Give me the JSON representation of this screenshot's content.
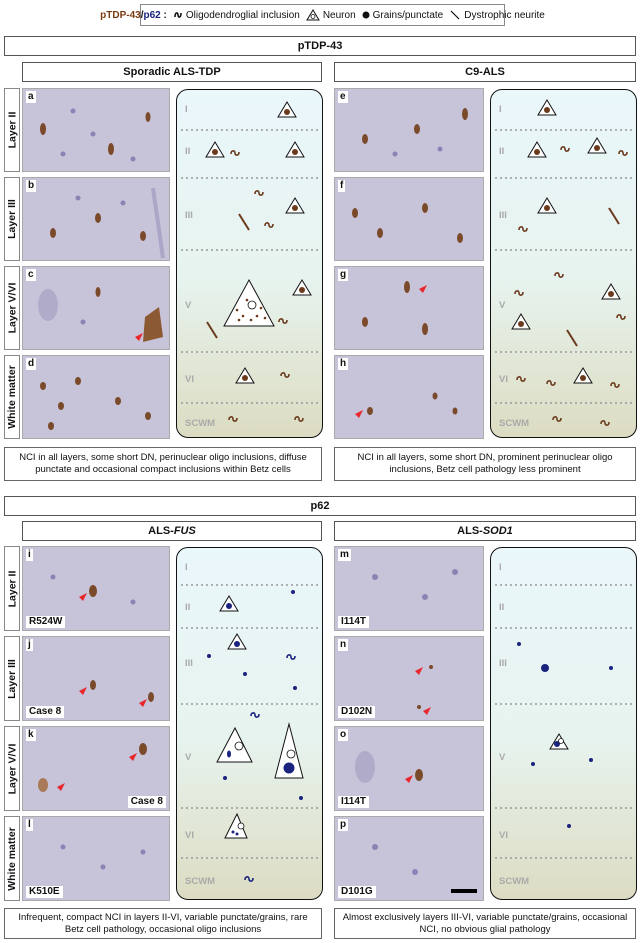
{
  "legend": {
    "prefix_a": "pTDP-43",
    "slash": "/",
    "prefix_b": "p62",
    "colon": ":",
    "item1": "Oligodendroglial inclusion",
    "item2": "Neuron",
    "item3": "Grains/punctate",
    "item4": "Dystrophic neurite"
  },
  "top": {
    "header": "pTDP-43",
    "left_title": "Sporadic ALS-TDP",
    "right_title": "C9-ALS",
    "left_caption": "NCI in all layers, some short DN, perinuclear oligo inclusions, diffuse punctate and occasional compact inclusions within Betz cells",
    "right_caption": "NCI in all layers, some short DN, prominent perinuclear oligo inclusions, Betz cell pathology less prominent"
  },
  "bottom": {
    "header": "p62",
    "left_title_a": "ALS-",
    "left_title_b": "FUS",
    "right_title_a": "ALS-",
    "right_title_b": "SOD1",
    "left_caption": "Infrequent, compact NCI in layers II-VI, variable punctate/grains, rare Betz cell pathology, occasional oligo inclusions",
    "right_caption": "Almost exclusively layers III-VI, variable punctate/grains, occasional NCI, no obvious glial pathology"
  },
  "rows": [
    "Layer II",
    "Layer III",
    "Layer V/VI",
    "White matter"
  ],
  "layers": [
    "I",
    "II",
    "III",
    "V",
    "VI",
    "SCWM"
  ],
  "panels": {
    "a": "a",
    "b": "b",
    "c": "c",
    "d": "d",
    "e": "e",
    "f": "f",
    "g": "g",
    "h": "h",
    "i": "i",
    "j": "j",
    "k": "k",
    "l": "l",
    "m": "m",
    "n": "n",
    "o": "o",
    "p": "p"
  },
  "tags": {
    "i": "R524W",
    "j": "Case 8",
    "k": "Case 8",
    "l": "K510E",
    "m": "I114T",
    "n": "D102N",
    "o": "I114T",
    "p": "D101G"
  },
  "colors": {
    "tdp_brown": "#6b3a1c",
    "p62_blue": "#1a237e",
    "tissue": "#c7c3d9",
    "arrow": "#e8262c"
  }
}
